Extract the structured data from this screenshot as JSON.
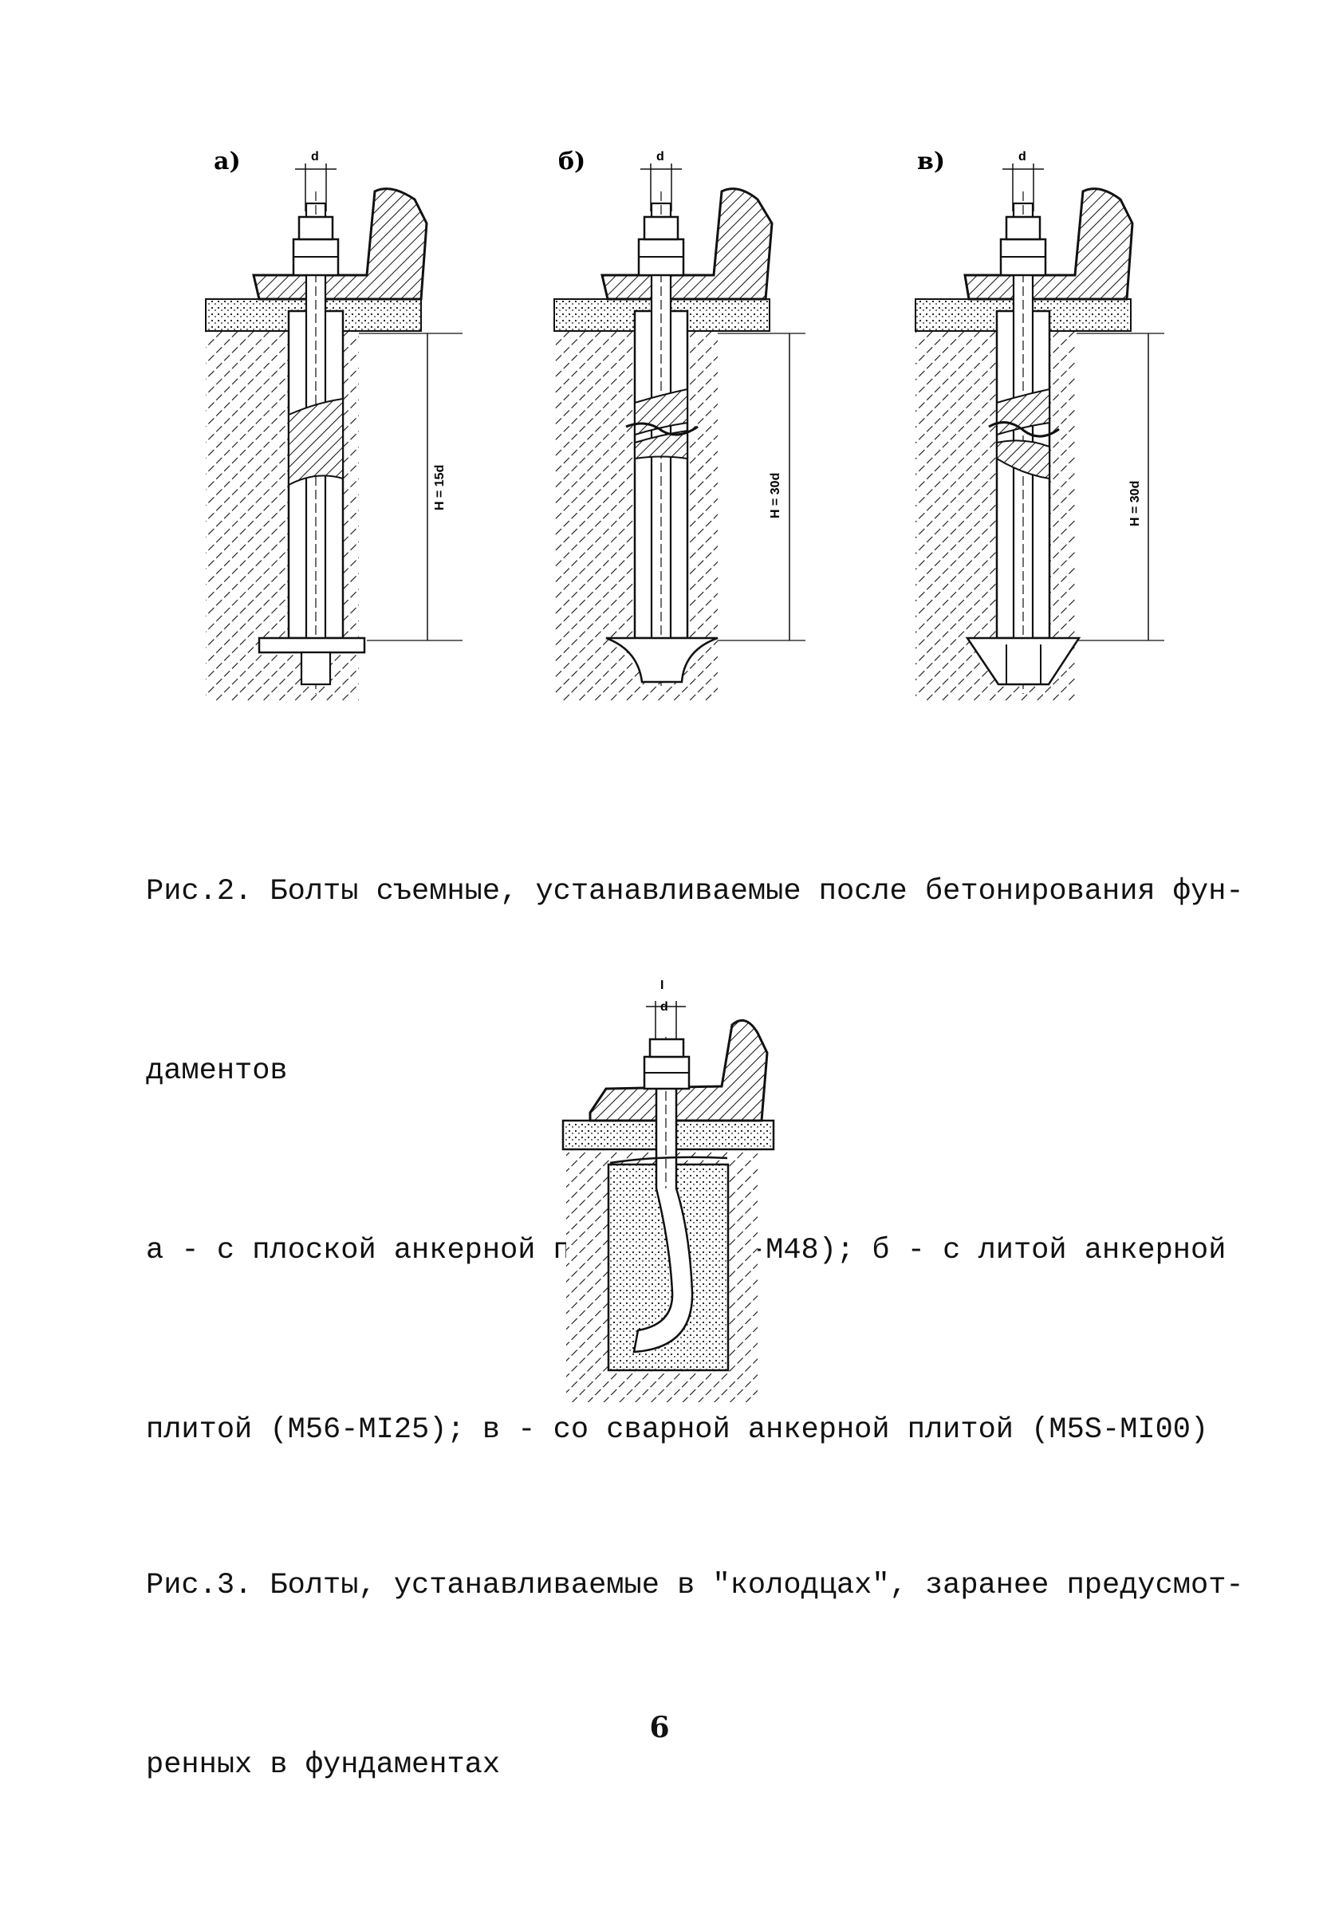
{
  "figure2": {
    "panels": [
      {
        "label": "а)",
        "dim_d": "d",
        "dim_h": "H = 15d"
      },
      {
        "label": "б)",
        "dim_d": "d",
        "dim_h": "H = 30d"
      },
      {
        "label": "в)",
        "dim_d": "d",
        "dim_h": "H = 30d"
      }
    ],
    "caption_line1": "Рис.2. Болты съемные, устанавливаемые после бетонирования фун-",
    "caption_line2": "даментов",
    "caption_line3": "а - с плоской анкерной плитой (МI2-М48); б - с литой анкерной",
    "caption_line4": "плитой (М56-МI25); в - со сварной анкерной плитой (М5S-МI00)"
  },
  "figure3": {
    "dim_d": "d",
    "axis_mark": "I",
    "caption_line1": "Рис.3. Болты, устанавливаемые в \"колодцах\", заранее предусмот-",
    "caption_line2": "ренных в фундаментах"
  },
  "page_number": "6"
}
